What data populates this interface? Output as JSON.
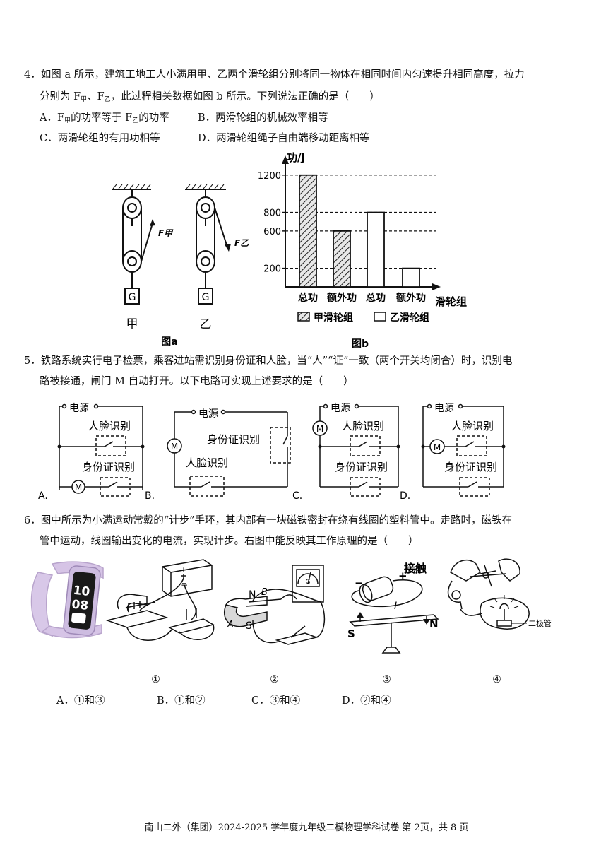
{
  "q4": {
    "stem_line1": "4．如图 a 所示，建筑工地工人小满用甲、乙两个滑轮组分别将同一物体在相同时间内匀速提升相同高度，拉力",
    "stem_line2_a": "分别为 F",
    "sub_jia": "甲",
    "stem_line2_b": "、F",
    "sub_yi": "乙",
    "stem_line2_c": "，此过程相关数据如图 b 所示。下列说法正确的是（　　）",
    "optA_a": "A．F",
    "optA_b": "的功率等于 F",
    "optA_c": "的功率",
    "optB": "B．两滑轮组的机械效率相等",
    "optC": "C．两滑轮组的有用功相等",
    "optD": "D．两滑轮组绳子自由端移动距离相等",
    "pulley": {
      "label_jia": "甲",
      "label_yi": "乙",
      "label_G": "G",
      "label_Fjia": "F甲",
      "label_Fyi": "F乙",
      "caption": "图a"
    },
    "chart_caption": "图b"
  },
  "chart_data": {
    "type": "bar",
    "ylabel": "功/J",
    "xlabel": "滑轮组",
    "categories": [
      "总功",
      "额外功",
      "总功",
      "额外功"
    ],
    "values": [
      1200,
      600,
      800,
      200
    ],
    "groups": [
      "甲滑轮组",
      "甲滑轮组",
      "乙滑轮组",
      "乙滑轮组"
    ],
    "yticks": [
      200,
      600,
      800,
      1200
    ],
    "ylim": [
      0,
      1350
    ],
    "legend": [
      "甲滑轮组",
      "乙滑轮组"
    ]
  },
  "q5": {
    "stem_line1": "5．铁路系统实行电子检票，乘客进站需识别身份证和人脸，当“人”“证”一致（两个开关均闭合）时，识别电",
    "stem_line2": "路被接通，闸门 M 自动打开。以下电路可实现上述要求的是（　　）",
    "power": "电源",
    "face": "人脸识别",
    "id": "身份证识别",
    "motor": "M",
    "optA": "A.",
    "optB": "B.",
    "optC": "C.",
    "optD": "D."
  },
  "q6": {
    "stem_line1": "6．图中所示为小满运动常戴的“计步”手环，其内部有一块磁铁密封在绕有线圈的塑料管中。走路时，磁铁在",
    "stem_line2": "管中运动，线圈输出变化的电流，实现计步。右图中能反映其工作原理的是（　　）",
    "watch_time_h": "10",
    "watch_time_m": "08",
    "fig2_N": "N",
    "fig2_S": "S",
    "fig2_A": "A",
    "fig2_B": "B",
    "fig2_G": "G",
    "fig3_contact": "接触",
    "fig3_plus": "+",
    "fig3_minus": "−",
    "fig3_I": "I",
    "fig3_S": "S",
    "fig3_N": "N",
    "fig4_diode": "二极管",
    "num1": "①",
    "num2": "②",
    "num3": "③",
    "num4": "④",
    "optA": "A．①和③",
    "optB": "B．①和②",
    "optC": "C．③和④",
    "optD": "D．②和④"
  },
  "footer": "南山二外（集团）2024-2025 学年度九年级二模物理学科试卷 第 2页，共 8 页"
}
